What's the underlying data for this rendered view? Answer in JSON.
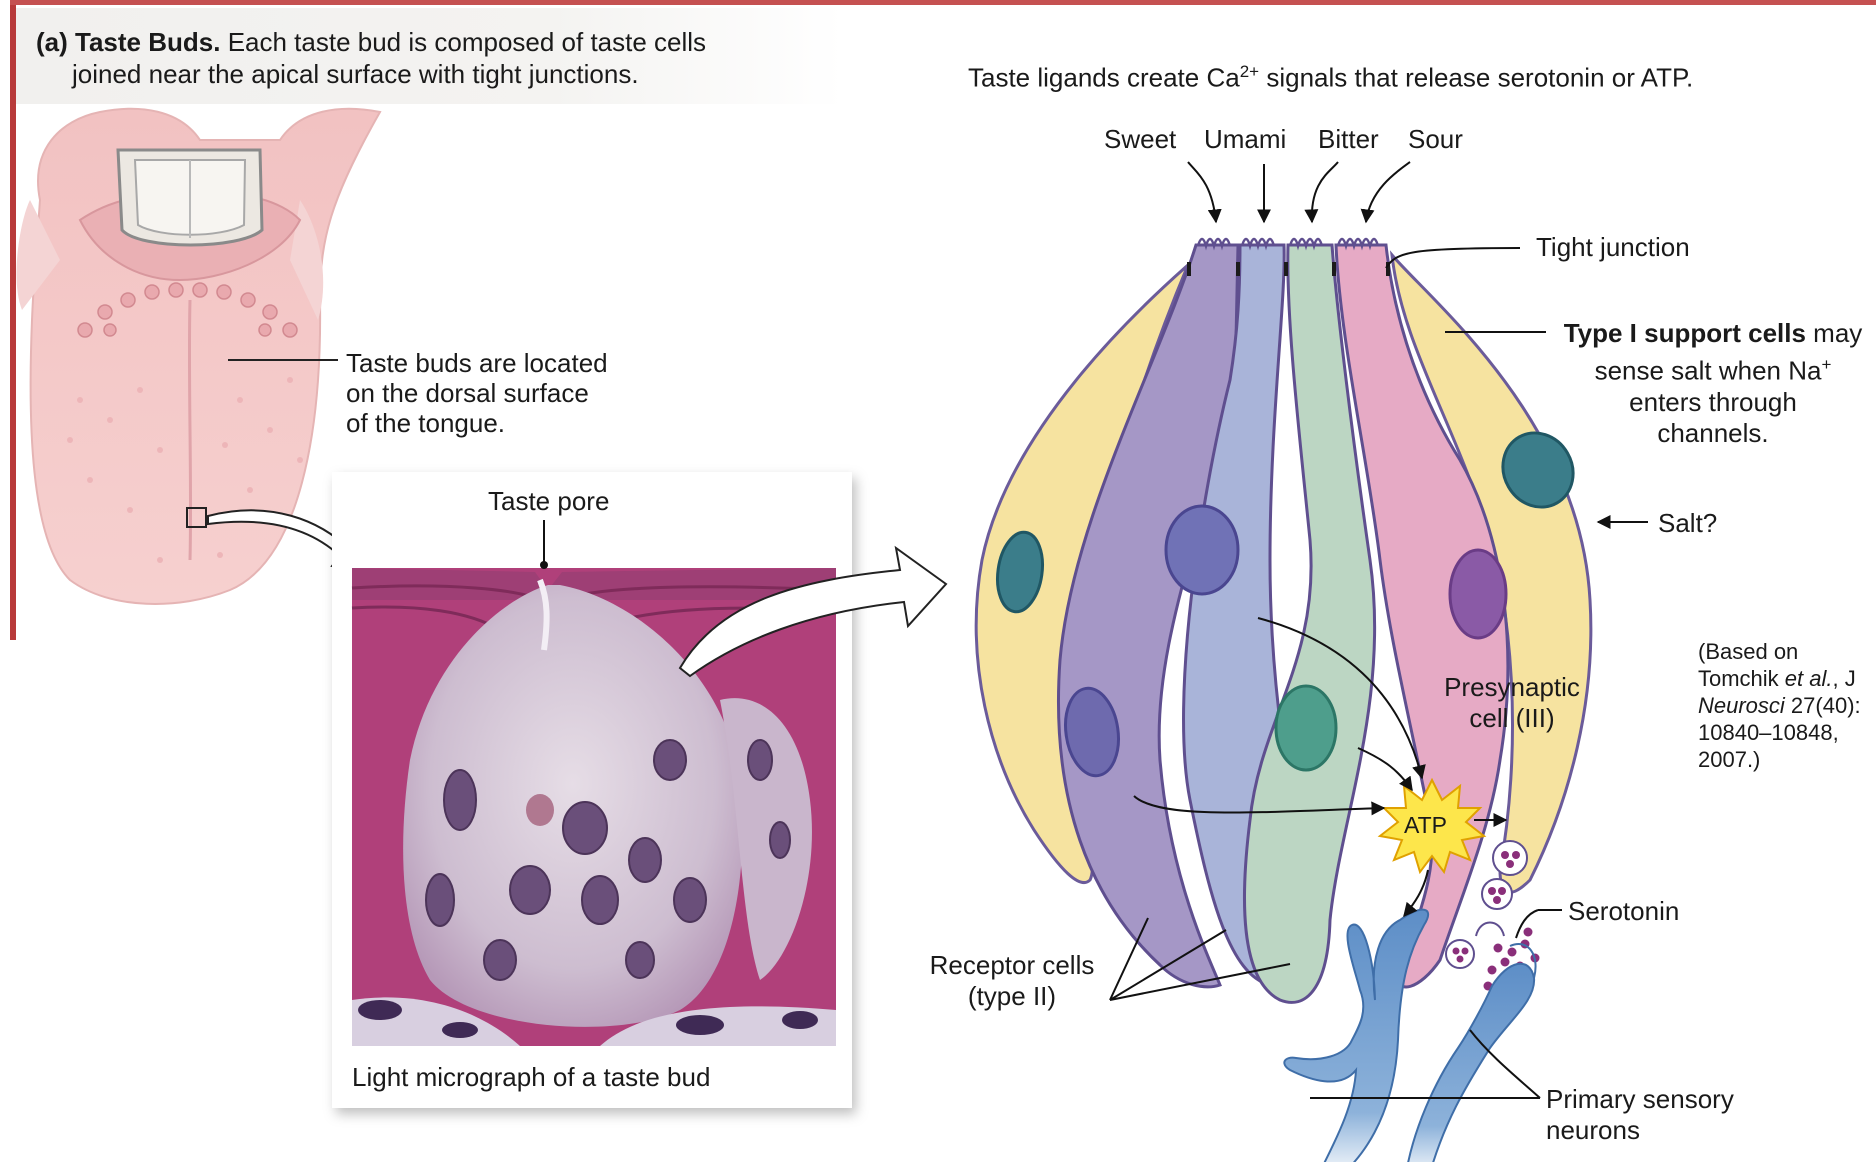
{
  "header": {
    "panel_letter": "(a)",
    "panel_title": "Taste Buds.",
    "caption_line1": "Each taste bud is composed of taste cells",
    "caption_line2": "joined near the apical surface with tight junctions."
  },
  "top_caption": {
    "before": "Taste ligands create Ca",
    "superscript": "2+",
    "after": " signals that release serotonin or ATP."
  },
  "tongue_label": [
    "Taste buds are located",
    "on the dorsal surface",
    "of the tongue."
  ],
  "micrograph": {
    "pore_label": "Taste pore",
    "caption": "Light micrograph of a taste bud"
  },
  "tastes": [
    "Sweet",
    "Umami",
    "Bitter",
    "Sour"
  ],
  "labels": {
    "tight_junction": "Tight junction",
    "type1_bold": "Type I support cells",
    "type1_rest1": " may",
    "type1_line2": "sense salt when Na",
    "type1_sup": "+",
    "type1_line3": "enters through",
    "type1_line4": "channels.",
    "salt": "Salt?",
    "presynaptic": [
      "Presynaptic",
      "cell (III)"
    ],
    "atp": "ATP",
    "serotonin": "Serotonin",
    "receptor": [
      "Receptor cells",
      "(type II)"
    ],
    "primary": [
      "Primary sensory",
      "neurons"
    ]
  },
  "citation": {
    "line1": "(Based on",
    "line2a": "Tomchik ",
    "line2b": "et al.",
    "line2c": ", J",
    "line3a": "Neurosci",
    "line3b": " 27(40):",
    "line4": "10840–10848,",
    "line5": "2007.)"
  },
  "colors": {
    "border_red": "#b83a3a",
    "support_yellow": "#f6e3a0",
    "receptor_purple": "#a597c6",
    "receptor_blue": "#a9b4d9",
    "green_cell": "#bcd6c3",
    "pink_cell": "#e6aac5",
    "neuron_blue": "#6f9ccd",
    "tissue_magenta": "#a8376f"
  }
}
